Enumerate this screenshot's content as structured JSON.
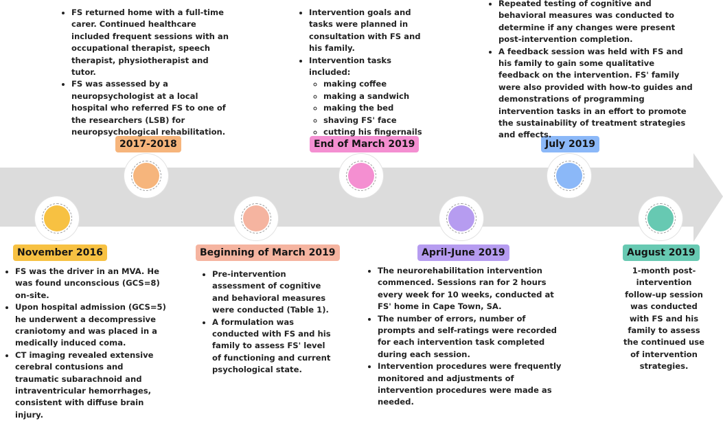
{
  "colors": {
    "arrow": "#dcdcdc",
    "nov2016": "#f7c142",
    "y2017": "#f6b57c",
    "begmar2019": "#f5b4a0",
    "endmar2019": "#f48fd1",
    "aprjun2019": "#b69cf0",
    "jul2019": "#8bb8f8",
    "aug2019": "#67c9b2"
  },
  "events": {
    "nov2016": {
      "label": "November 2016",
      "bullets": [
        "FS was the driver in an MVA. He was found unconscious (GCS=8) on-site.",
        "Upon hospital admission (GCS=5) he underwent a decompressive craniotomy and was placed in a medically induced coma.",
        "CT imaging revealed extensive cerebral contusions and traumatic subarachnoid and intraventricular hemorrhages, consistent with diffuse brain injury."
      ]
    },
    "y2017": {
      "label": "2017-2018",
      "bullets": [
        "FS returned home with a full-time carer. Continued healthcare included frequent sessions with an occupational therapist, speech therapist, physiotherapist and tutor.",
        "FS was assessed by a neuropsychologist at a local hospital who referred FS to one of the researchers (LSB) for neuropsychological rehabilitation."
      ]
    },
    "begmar2019": {
      "label": "Beginning of March 2019",
      "bullets": [
        "Pre-intervention assessment of cognitive and behavioral measures were conducted (Table 1).",
        "A formulation was conducted with FS and his family to assess FS' level of functioning and current psychological state."
      ]
    },
    "endmar2019": {
      "label": "End of March 2019",
      "bullets": [
        "Intervention goals and tasks were planned in consultation with FS and his family.",
        "Intervention tasks included:"
      ],
      "tasks": [
        "making coffee",
        "making a sandwich",
        "making the bed",
        "shaving FS' face",
        "cutting his fingernails"
      ]
    },
    "aprjun2019": {
      "label": "April-June 2019",
      "bullets": [
        "The neurorehabilitation intervention commenced. Sessions ran for 2 hours every week for 10 weeks, conducted at FS' home in Cape Town, SA.",
        "The number of errors, number of prompts and self-ratings were recorded for each intervention task completed during each session.",
        "Intervention procedures were frequently monitored and adjustments of intervention procedures were made as needed."
      ]
    },
    "jul2019": {
      "label": "July 2019",
      "bullets": [
        "Repeated testing of cognitive and behavioral measures was conducted to determine if any changes were present post-intervention completion.",
        "A feedback session was held with FS and his family to gain some qualitative feedback on the intervention. FS' family were also provided with how-to guides and demonstrations of programming intervention tasks in an effort to promote the sustainability of treatment strategies and effects."
      ]
    },
    "aug2019": {
      "label": "August 2019",
      "text": "1-month post-intervention follow-up session was conducted with FS and his family to assess the continued use of intervention strategies."
    }
  }
}
